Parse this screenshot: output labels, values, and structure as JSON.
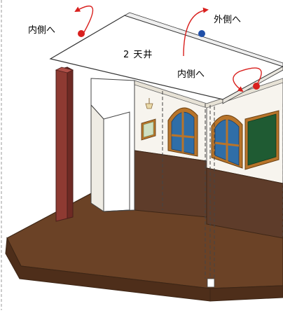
{
  "labels": {
    "inner_left": "内側へ",
    "outer": "外側へ",
    "ceiling": "2  天井",
    "inner_right": "内側へ"
  },
  "colors": {
    "floor": "#6b4226",
    "wainscot": "#5e3c2a",
    "pillar": "#8e3a32",
    "board_green": "#1f5b33",
    "window_frame": "#b8742a",
    "window_glass": "#2f6ea8",
    "wall_upper": "#f7f4ee",
    "arrow": "#d9201e",
    "dot_red": "#d9201e",
    "dot_blue": "#1f4fa8"
  }
}
